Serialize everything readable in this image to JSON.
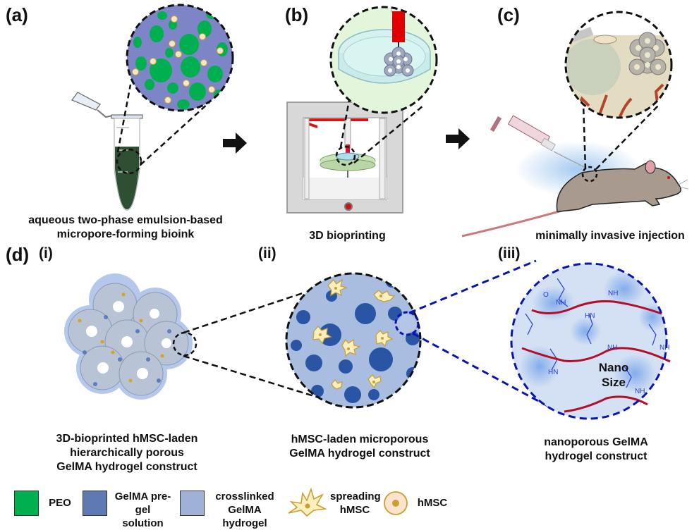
{
  "panels": {
    "a": {
      "label": "(a)",
      "caption_line1": "aqueous two-phase emulsion-based",
      "caption_line2": "micropore-forming bioink"
    },
    "b": {
      "label": "(b)",
      "caption_line1": "3D bioprinting"
    },
    "c": {
      "label": "(c)",
      "caption_line1": "minimally invasive injection"
    },
    "d": {
      "label": "(d)",
      "i": {
        "label": "(i)",
        "caption_line1": "3D-bioprinted hMSC-laden",
        "caption_line2": "hierarchically porous",
        "caption_line3": "GelMA hydrogel construct"
      },
      "ii": {
        "label": "(ii)",
        "caption_line1": "hMSC-laden microporous",
        "caption_line2": "GelMA hydrogel construct"
      },
      "iii": {
        "label": "(iii)",
        "caption_line1": "nanoporous GelMA",
        "caption_line2": "hydrogel construct",
        "center_text_line1": "Nano",
        "center_text_line2": "Size",
        "chem_labels": [
          "NH",
          "O",
          "HN"
        ]
      }
    }
  },
  "legend": [
    {
      "label_line1": "PEO",
      "label_line2": "",
      "color": "#00b050"
    },
    {
      "label_line1": "GelMA pre-gel",
      "label_line2": "solution",
      "color": "#5f7ab2"
    },
    {
      "label_line1": "crosslinked",
      "label_line2": "GelMA hydrogel",
      "color": "#9fb1d6"
    },
    {
      "label_line1": "spreading",
      "label_line2": "hMSC",
      "color": "#fbefc0"
    },
    {
      "label_line1": "hMSC",
      "label_line2": "",
      "color": "#fbe3cf"
    }
  ],
  "colors": {
    "peo": "#00b050",
    "pregel": "#5f7ab2",
    "crosslinked": "#9fb1d6",
    "cell_outline": "#c9a030",
    "bioink_dark": "#2f4f33",
    "nozzle_red": "#e00000",
    "vessel_red": "#b4442a",
    "chain_red": "#b0102a",
    "chem_blue": "#2b3fd1",
    "dash_blue": "#0a14b0"
  }
}
